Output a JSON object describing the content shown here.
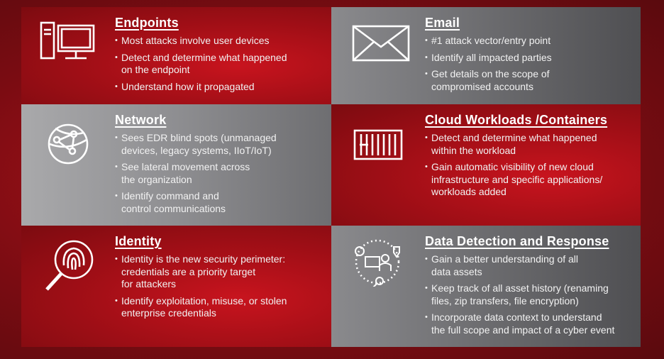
{
  "panels": [
    {
      "title": "Endpoints",
      "icon": "computer-icon",
      "bullets": [
        [
          "Most attacks involve user devices"
        ],
        [
          "Detect and determine what happened",
          "on the endpoint"
        ],
        [
          "Understand how it propagated"
        ]
      ]
    },
    {
      "title": "Email",
      "icon": "envelope-icon",
      "bullets": [
        [
          "#1 attack vector/entry point"
        ],
        [
          "Identify all impacted parties"
        ],
        [
          "Get details on the scope of",
          "compromised accounts"
        ]
      ]
    },
    {
      "title": "Network",
      "icon": "globe-network-icon",
      "bullets": [
        [
          "Sees EDR blind spots (unmanaged",
          "devices, legacy systems, IIoT/IoT)"
        ],
        [
          "See lateral movement across",
          "the organization"
        ],
        [
          "Identify command and",
          "control communications"
        ]
      ]
    },
    {
      "title": "Cloud Workloads /Containers",
      "icon": "container-icon",
      "bullets": [
        [
          "Detect and determine what happened",
          "within the workload"
        ],
        [
          "Gain automatic visibility of new cloud",
          "infrastructure and specific applications/",
          "workloads added"
        ]
      ]
    },
    {
      "title": "Identity",
      "icon": "fingerprint-magnifier-icon",
      "bullets": [
        [
          "Identity is the new security perimeter:",
          "credentials are a priority target",
          "for attackers"
        ],
        [
          "Identify exploitation, misuse, or stolen",
          "enterprise credentials"
        ]
      ]
    },
    {
      "title": "Data Detection and Response",
      "icon": "data-cycle-icon",
      "bullets": [
        [
          "Gain a better understanding of all",
          "data assets"
        ],
        [
          "Keep track of all asset history (renaming",
          "files, zip transfers, file encryption)"
        ],
        [
          "Incorporate data context to understand",
          "the full scope and impact of a cyber event"
        ]
      ]
    }
  ]
}
